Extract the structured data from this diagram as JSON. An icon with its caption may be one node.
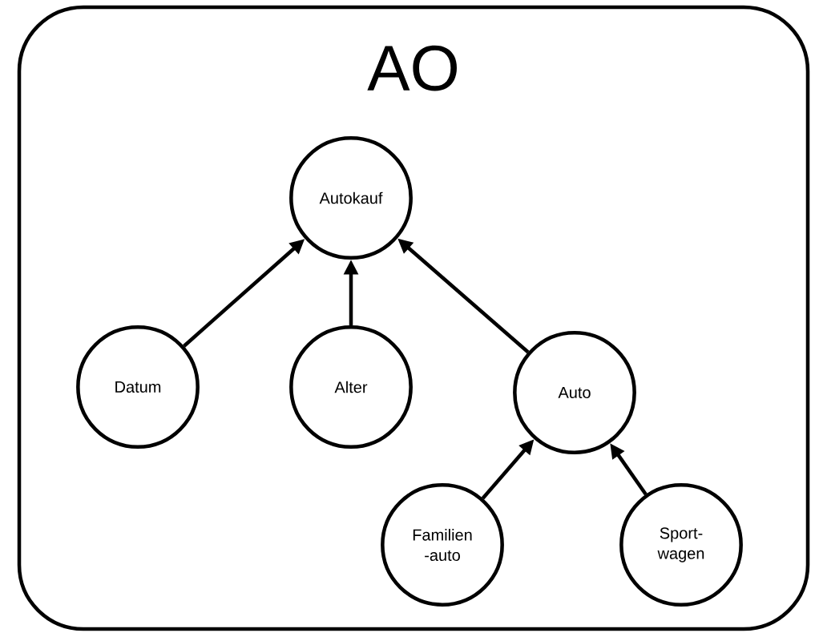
{
  "diagram": {
    "nodes": [
      {
        "text": [
          "AO"
        ]
      },
      {
        "text": [
          "Autokauf"
        ],
        "in": 0
      },
      {
        "text": [
          "Datum"
        ],
        "in": 0
      },
      {
        "text": [
          "Alter"
        ],
        "in": 0
      },
      {
        "text": [
          "Auto"
        ],
        "in": 0
      },
      {
        "text": [
          "Familien -auto"
        ],
        "in": 0
      },
      {
        "text": [
          "Sport- wagen"
        ],
        "in": 0
      }
    ],
    "edges": [
      {
        "from": 2,
        "to": 1,
        "arrow": "to"
      },
      {
        "from": 3,
        "to": 1,
        "arrow": "to"
      },
      {
        "from": 4,
        "to": 1,
        "arrow": "to"
      },
      {
        "from": 5,
        "to": 4,
        "arrow": "to"
      },
      {
        "from": 6,
        "to": 4,
        "arrow": "to"
      }
    ]
  }
}
